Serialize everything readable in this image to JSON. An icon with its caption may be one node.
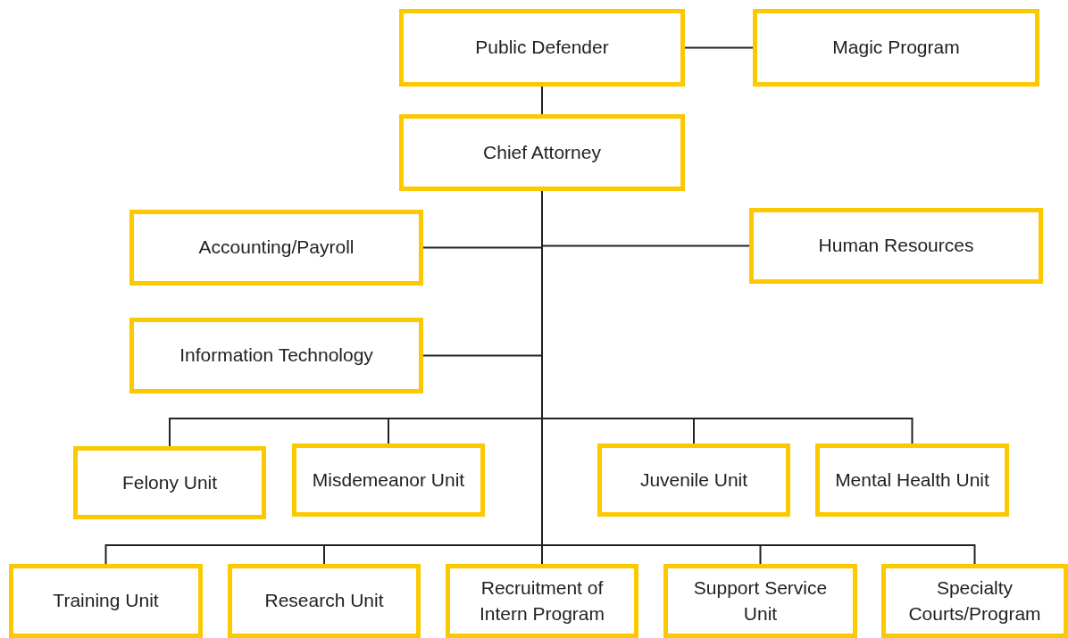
{
  "diagram": {
    "nodes": [
      {
        "text": [
          "Public Defender"
        ]
      },
      {
        "text": [
          "Magic Program"
        ]
      },
      {
        "text": [
          "Chief Attorney"
        ]
      },
      {
        "text": [
          "Accounting/Payroll"
        ]
      },
      {
        "text": [
          "Human Resources"
        ]
      },
      {
        "text": [
          "Information Technology"
        ]
      },
      {
        "text": [
          "Felony Unit"
        ]
      },
      {
        "text": [
          "Misdemeanor Unit"
        ]
      },
      {
        "text": [
          "Juvenile Unit"
        ]
      },
      {
        "text": [
          "Mental Health Unit"
        ]
      },
      {
        "text": [
          "Training Unit"
        ]
      },
      {
        "text": [
          "Research Unit"
        ]
      },
      {
        "text": [
          "Recruitment of Intern Program"
        ]
      },
      {
        "text": [
          "Support Service Unit"
        ]
      },
      {
        "text": [
          "Specialty Courts/Program"
        ]
      }
    ],
    "edges": [
      {
        "from": 0,
        "to": 1,
        "arrow": "none"
      },
      {
        "from": 0,
        "to": 2,
        "arrow": "none"
      },
      {
        "from": 2,
        "to": 3,
        "arrow": "none"
      },
      {
        "from": 2,
        "to": 4,
        "arrow": "none"
      },
      {
        "from": 2,
        "to": 5,
        "arrow": "none"
      },
      {
        "from": 2,
        "to": 6,
        "arrow": "none"
      },
      {
        "from": 2,
        "to": 7,
        "arrow": "none"
      },
      {
        "from": 2,
        "to": 8,
        "arrow": "none"
      },
      {
        "from": 2,
        "to": 9,
        "arrow": "none"
      },
      {
        "from": 2,
        "to": 10,
        "arrow": "none"
      },
      {
        "from": 2,
        "to": 11,
        "arrow": "none"
      },
      {
        "from": 2,
        "to": 12,
        "arrow": "none"
      },
      {
        "from": 2,
        "to": 13,
        "arrow": "none"
      },
      {
        "from": 2,
        "to": 14,
        "arrow": "none"
      }
    ]
  }
}
